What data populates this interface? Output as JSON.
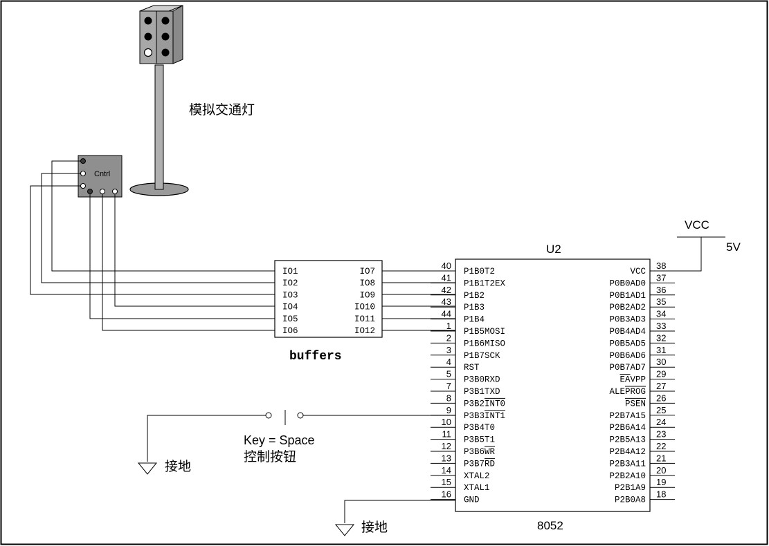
{
  "traffic_light": {
    "title": "模拟交通灯"
  },
  "controller": {
    "label": "Cntrl"
  },
  "buffers": {
    "left_pins": [
      "IO1",
      "IO2",
      "IO3",
      "IO4",
      "IO5",
      "IO6"
    ],
    "right_pins": [
      "IO7",
      "IO8",
      "IO9",
      "IO10",
      "IO11",
      "IO12"
    ],
    "label": "buffers"
  },
  "mcu": {
    "ref": "U2",
    "part": "8052",
    "left_pins": [
      {
        "num": "40",
        "name": "P1B0T2"
      },
      {
        "num": "41",
        "name": "P1B1T2EX"
      },
      {
        "num": "42",
        "name": "P1B2"
      },
      {
        "num": "43",
        "name": "P1B3"
      },
      {
        "num": "44",
        "name": "P1B4"
      },
      {
        "num": "1",
        "name": "P1B5MOSI"
      },
      {
        "num": "2",
        "name": "P1B6MISO"
      },
      {
        "num": "3",
        "name": "P1B7SCK"
      },
      {
        "num": "4",
        "name": "RST"
      },
      {
        "num": "5",
        "name": "P3B0RXD"
      },
      {
        "num": "7",
        "name": "P3B1TXD"
      },
      {
        "num": "8",
        "name": "P3B2INT0"
      },
      {
        "num": "9",
        "name": "P3B3INT1"
      },
      {
        "num": "10",
        "name": "P3B4T0"
      },
      {
        "num": "11",
        "name": "P3B5T1"
      },
      {
        "num": "12",
        "name": "P3B6WR"
      },
      {
        "num": "13",
        "name": "P3B7RD"
      },
      {
        "num": "14",
        "name": "XTAL2"
      },
      {
        "num": "15",
        "name": "XTAL1"
      },
      {
        "num": "16",
        "name": "GND"
      }
    ],
    "right_pins": [
      {
        "num": "38",
        "name": "VCC"
      },
      {
        "num": "37",
        "name": "P0B0AD0"
      },
      {
        "num": "36",
        "name": "P0B1AD1"
      },
      {
        "num": "35",
        "name": "P0B2AD2"
      },
      {
        "num": "34",
        "name": "P0B3AD3"
      },
      {
        "num": "33",
        "name": "P0B4AD4"
      },
      {
        "num": "32",
        "name": "P0B5AD5"
      },
      {
        "num": "31",
        "name": "P0B6AD6"
      },
      {
        "num": "30",
        "name": "P0B7AD7"
      },
      {
        "num": "29",
        "name": "EAVPP"
      },
      {
        "num": "27",
        "name": "ALEPROG"
      },
      {
        "num": "26",
        "name": "PSEN"
      },
      {
        "num": "25",
        "name": "P2B7A15"
      },
      {
        "num": "24",
        "name": "P2B6A14"
      },
      {
        "num": "23",
        "name": "P2B5A13"
      },
      {
        "num": "22",
        "name": "P2B4A12"
      },
      {
        "num": "21",
        "name": "P2B3A11"
      },
      {
        "num": "20",
        "name": "P2B2A10"
      },
      {
        "num": "19",
        "name": "P2B1A9"
      },
      {
        "num": "18",
        "name": "P2B0A8"
      }
    ]
  },
  "power": {
    "net": "VCC",
    "voltage": "5V"
  },
  "key": {
    "label": "Key = Space",
    "desc": "控制按钮"
  },
  "ground": {
    "label_1": "接地",
    "label_2": "接地"
  }
}
